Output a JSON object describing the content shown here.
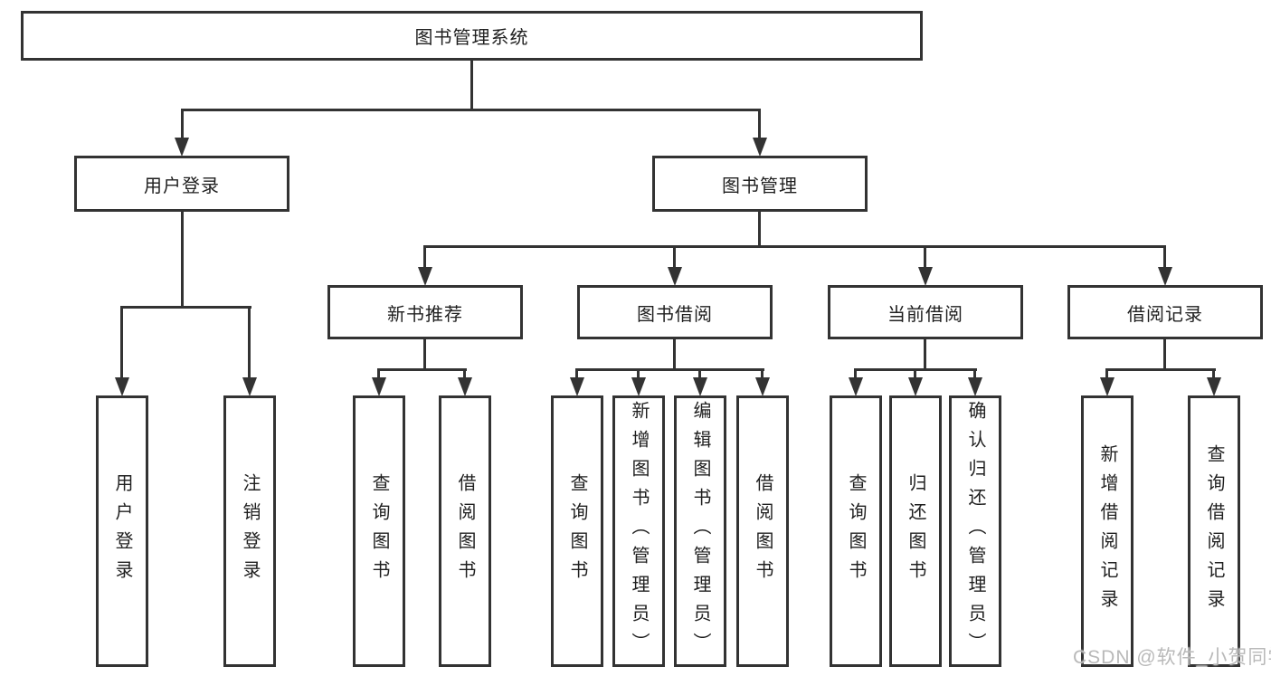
{
  "background": "#ffffff",
  "line_color": "#333333",
  "text_color": "#1f1f1f",
  "watermark": {
    "text": "CSDN @软件_小贺同学",
    "color": "#b9b9b9"
  },
  "nodes": {
    "root": "图书管理系统",
    "user_login": "用户登录",
    "book_mgmt": "图书管理",
    "new_book_rec": "新书推荐",
    "book_borrow": "图书借阅",
    "current_borrow": "当前借阅",
    "borrow_records": "借阅记录",
    "leaf_user_login": "用户登录",
    "leaf_logout": "注销登录",
    "rec_query_book": "查询图书",
    "rec_borrow_book": "借阅图书",
    "bb_query_book": "查询图书",
    "bb_add_book": "新增图书（管理员）",
    "bb_edit_book": "编辑图书（管理员）",
    "bb_borrow_book": "借阅图书",
    "cb_query_book": "查询图书",
    "cb_return_book": "归还图书",
    "cb_confirm_return": "确认归还（管理员）",
    "br_add_record": "新增借阅记录",
    "br_query_record": "查询借阅记录"
  },
  "hierarchy": {
    "图书管理系统": {
      "用户登录": [
        "用户登录",
        "注销登录"
      ],
      "图书管理": {
        "新书推荐": [
          "查询图书",
          "借阅图书"
        ],
        "图书借阅": [
          "查询图书",
          "新增图书（管理员）",
          "编辑图书（管理员）",
          "借阅图书"
        ],
        "当前借阅": [
          "查询图书",
          "归还图书",
          "确认归还（管理员）"
        ],
        "借阅记录": [
          "新增借阅记录",
          "查询借阅记录"
        ]
      }
    }
  }
}
